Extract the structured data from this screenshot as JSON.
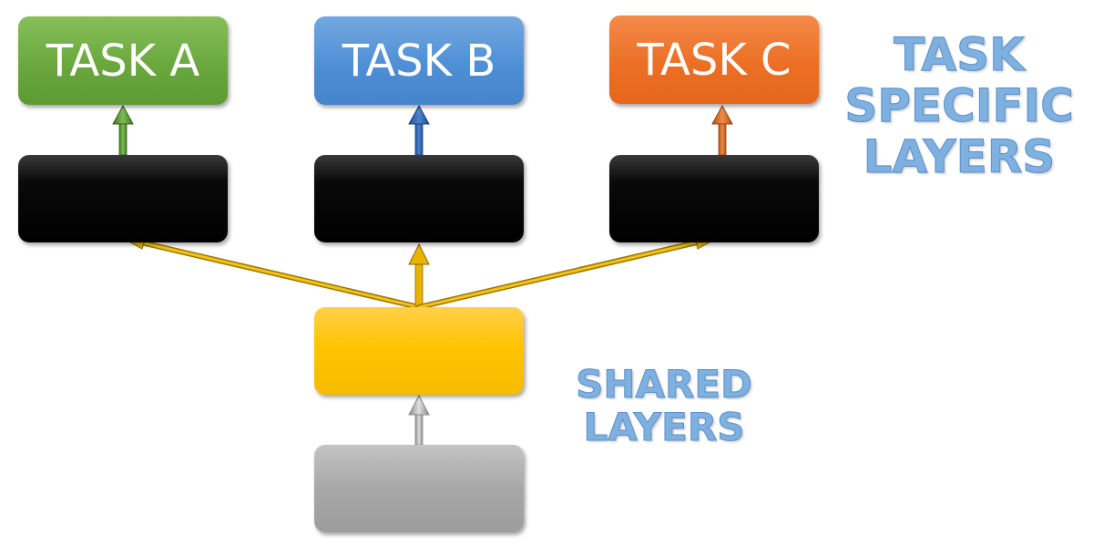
{
  "tasks": {
    "a": {
      "label": "TASK A",
      "color": "#6aa83e"
    },
    "b": {
      "label": "TASK B",
      "color": "#4f8fd6"
    },
    "c": {
      "label": "TASK C",
      "color": "#ec6f25"
    }
  },
  "labels": {
    "task_specific": [
      "TASK",
      "SPECIFIC",
      "LAYERS"
    ],
    "shared": [
      "SHARED",
      "LAYERS"
    ]
  },
  "colors": {
    "task_specific_layer": "#000000",
    "shared_layer": "#ffc400",
    "input_layer": "#a8a8a8",
    "shared_arrow": "#d9a400",
    "input_arrow": "#b0b0b0",
    "label_text": "#7eb0e0"
  }
}
